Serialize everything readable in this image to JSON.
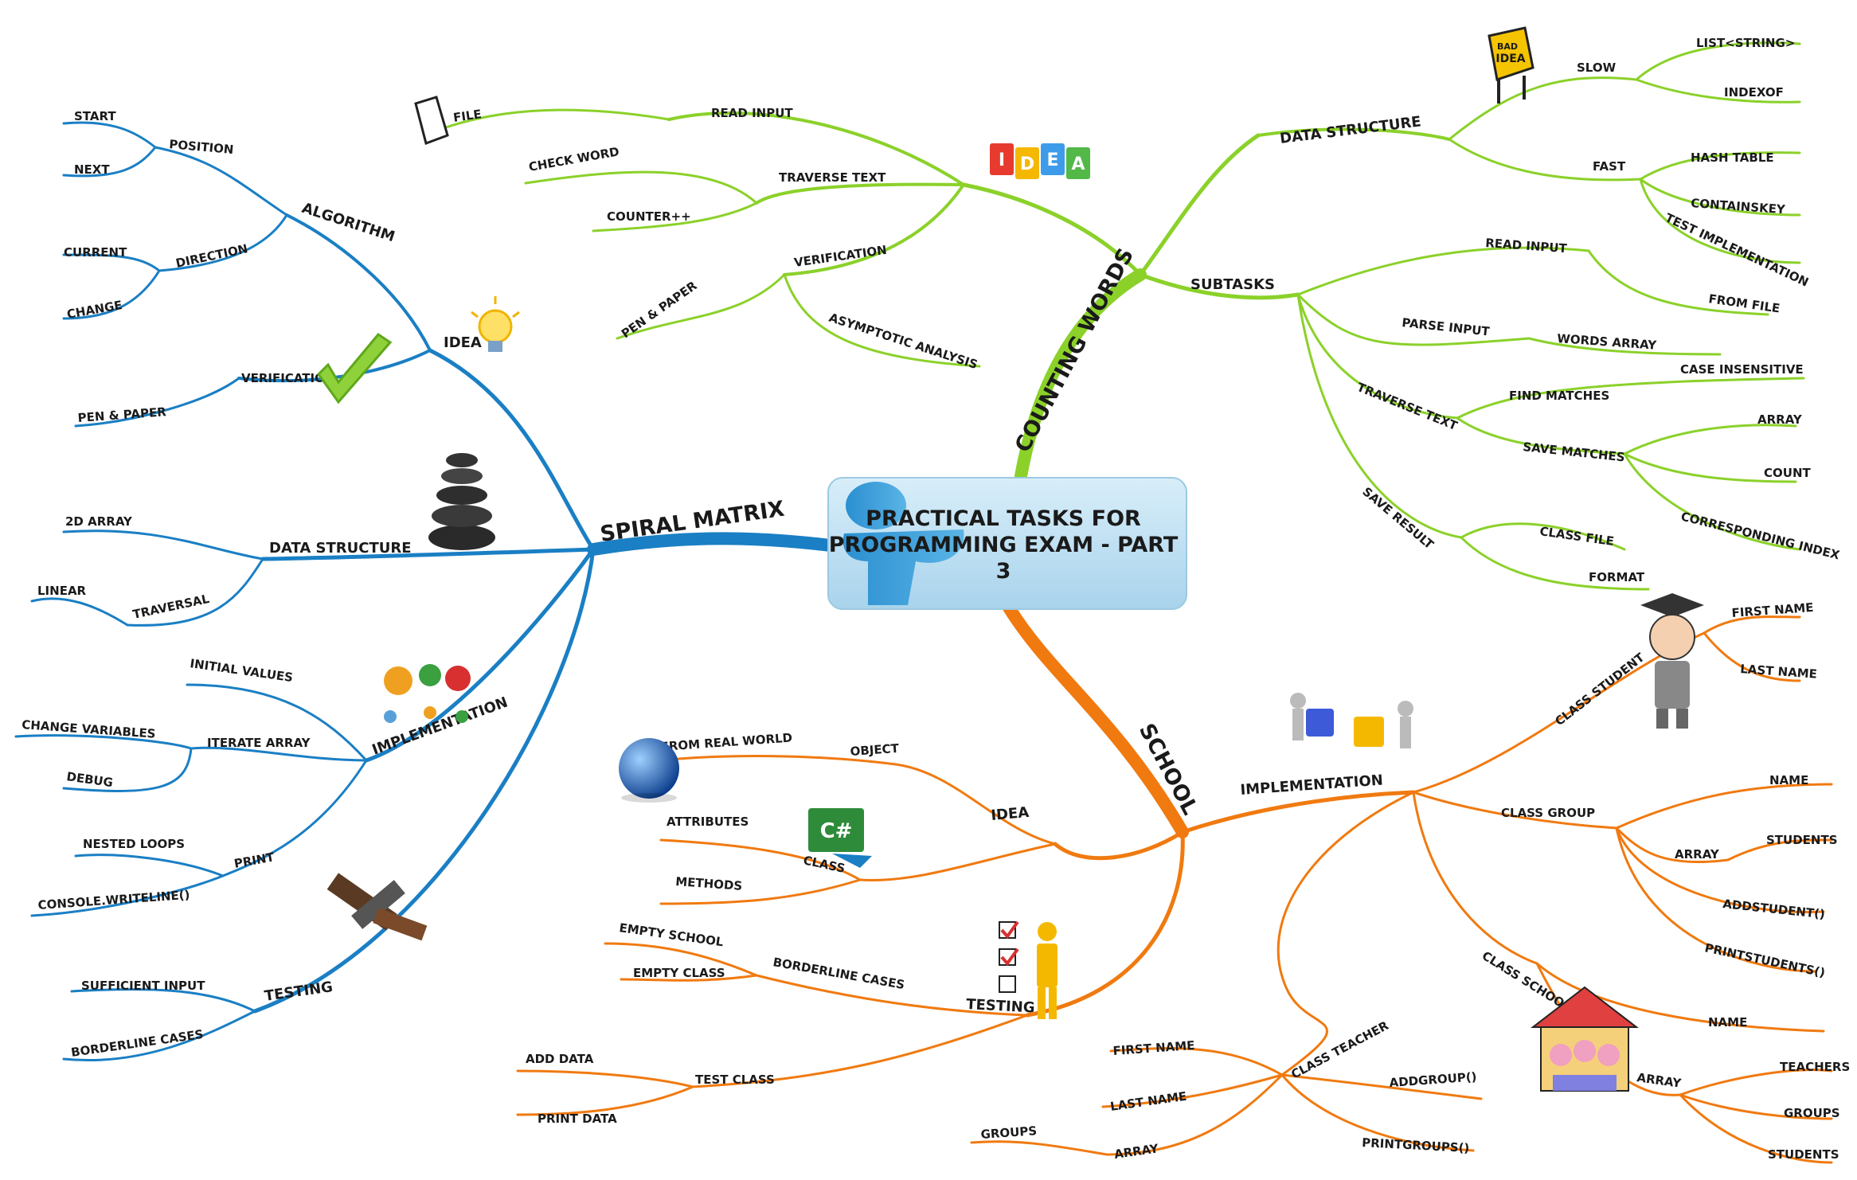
{
  "center": {
    "line1": "PRACTICAL TASKS FOR",
    "line2": "PROGRAMMING EXAM - PART",
    "line3": "3"
  },
  "colors": {
    "spiral": "#1a7fc4",
    "counting": "#8bd12a",
    "school": "#f07a10",
    "center_box": "#bfe0f2"
  },
  "spiral": {
    "title": "SPIRAL MATRIX",
    "idea": {
      "title": "IDEA",
      "algorithm": "ALGORITHM",
      "position": "POSITION",
      "start": "START",
      "next": "NEXT",
      "direction": "DIRECTION",
      "current": "CURRENT",
      "change": "CHANGE",
      "verification": "VERIFICATION",
      "pen_paper": "PEN & PAPER"
    },
    "data_structure": {
      "title": "DATA STRUCTURE",
      "array2d": "2D ARRAY",
      "traversal": "TRAVERSAL",
      "linear": "LINEAR"
    },
    "implementation": {
      "title": "IMPLEMENTATION",
      "initial_values": "INITIAL VALUES",
      "iterate_array": "ITERATE ARRAY",
      "change_variables": "CHANGE VARIABLES",
      "debug": "DEBUG",
      "print": "PRINT",
      "nested_loops": "NESTED LOOPS",
      "console_writeline": "CONSOLE.WRITELINE()"
    },
    "testing": {
      "title": "TESTING",
      "sufficient_input": "SUFFICIENT INPUT",
      "borderline_cases": "BORDERLINE CASES"
    }
  },
  "counting": {
    "title": "COUNTING WORDS",
    "idea_sign": {
      "letters": [
        "I",
        "D",
        "E",
        "A"
      ],
      "colors": [
        "#e63b2e",
        "#f5b800",
        "#3d9be9",
        "#52b848"
      ]
    },
    "read_input": "READ INPUT",
    "file": "FILE",
    "traverse_text": "TRAVERSE TEXT",
    "check_word": "CHECK WORD",
    "counter": "COUNTER++",
    "verification": "VERIFICATION",
    "pen_paper": "PEN & PAPER",
    "asymptotic": "ASYMPTOTIC ANALYSIS",
    "data_structure": {
      "title": "DATA STRUCTURE",
      "bad_idea_1": "BAD",
      "bad_idea_2": "IDEA",
      "slow": "SLOW",
      "list_string": "LIST<STRING>",
      "indexof": "INDEXOF",
      "fast": "FAST",
      "hash_table": "HASH TABLE",
      "containskey": "CONTAINSKEY",
      "test_impl": "TEST IMPLEMENTATION"
    },
    "subtasks": {
      "title": "SUBTASKS",
      "read_input": "READ INPUT",
      "from_file": "FROM FILE",
      "parse_input": "PARSE INPUT",
      "words_array": "WORDS ARRAY",
      "traverse_text": "TRAVERSE TEXT",
      "find_matches": "FIND MATCHES",
      "case_insensitive": "CASE INSENSITIVE",
      "save_matches": "SAVE MATCHES",
      "array": "ARRAY",
      "count": "COUNT",
      "corresponding_index": "CORRESPONDING INDEX",
      "save_result": "SAVE RESULT",
      "class_file": "CLASS FILE",
      "format": "FORMAT"
    }
  },
  "school": {
    "title": "SCHOOL",
    "idea": {
      "title": "IDEA",
      "object": "OBJECT",
      "from_real_world": "FROM REAL WORLD",
      "class": "CLASS",
      "attributes": "ATTRIBUTES",
      "methods": "METHODS",
      "csharp": "C#"
    },
    "testing": {
      "title": "TESTING",
      "borderline_cases": "BORDERLINE CASES",
      "empty_school": "EMPTY SCHOOL",
      "empty_class": "EMPTY CLASS",
      "test_class": "TEST CLASS",
      "add_data": "ADD DATA",
      "print_data": "PRINT DATA"
    },
    "implementation": {
      "title": "IMPLEMENTATION",
      "class_student": "CLASS STUDENT",
      "first_name": "FIRST NAME",
      "last_name": "LAST NAME",
      "class_group": "CLASS GROUP",
      "name": "NAME",
      "array": "ARRAY",
      "students": "STUDENTS",
      "addstudent": "ADDSTUDENT()",
      "printstudents": "PRINTSTUDENTS()",
      "class_school": "CLASS SCHOOL",
      "school_name": "NAME",
      "school_array": "ARRAY",
      "teachers": "TEACHERS",
      "groups": "GROUPS",
      "school_students": "STUDENTS",
      "class_teacher": "CLASS TEACHER",
      "t_first_name": "FIRST NAME",
      "t_last_name": "LAST NAME",
      "t_array": "ARRAY",
      "t_groups": "GROUPS",
      "addgroup": "ADDGROUP()",
      "printgroups": "PRINTGROUPS()"
    }
  }
}
